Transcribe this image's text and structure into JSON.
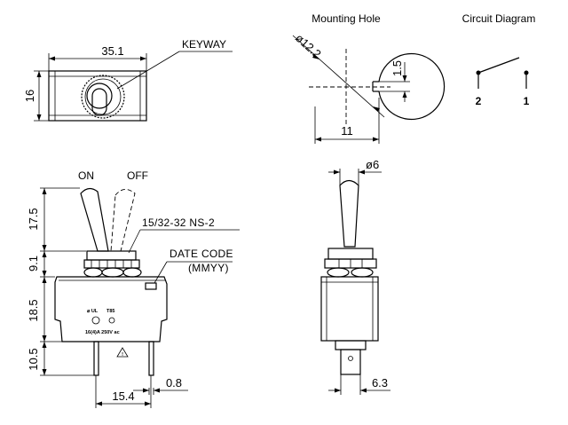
{
  "titles": {
    "mounting_hole": "Mounting Hole",
    "circuit_diagram": "Circuit Diagram"
  },
  "top_view": {
    "width_dim": "35.1",
    "height_dim": "16",
    "keyway_label": "KEYWAY"
  },
  "mounting_hole": {
    "diameter_dim": "ø12.2",
    "flat_dim": "1.5",
    "width_dim": "11"
  },
  "circuit": {
    "terminal_left": "2",
    "terminal_right": "1"
  },
  "side_view": {
    "on_label": "ON",
    "off_label": "OFF",
    "dim_lever": "17.5",
    "dim_bushing": "9.1",
    "dim_body": "18.5",
    "dim_terminal": "10.5",
    "thread_label": "15/32-32 NS-2",
    "date_code_label": "DATE CODE",
    "date_code_format": "(MMYY)",
    "dim_pitch": "15.4",
    "dim_thickness": "0.8",
    "rating_text": "16(4)A 250V ac",
    "cert_text": "T85"
  },
  "end_view": {
    "lever_dia_dim": "ø6",
    "terminal_width_dim": "6.3"
  }
}
